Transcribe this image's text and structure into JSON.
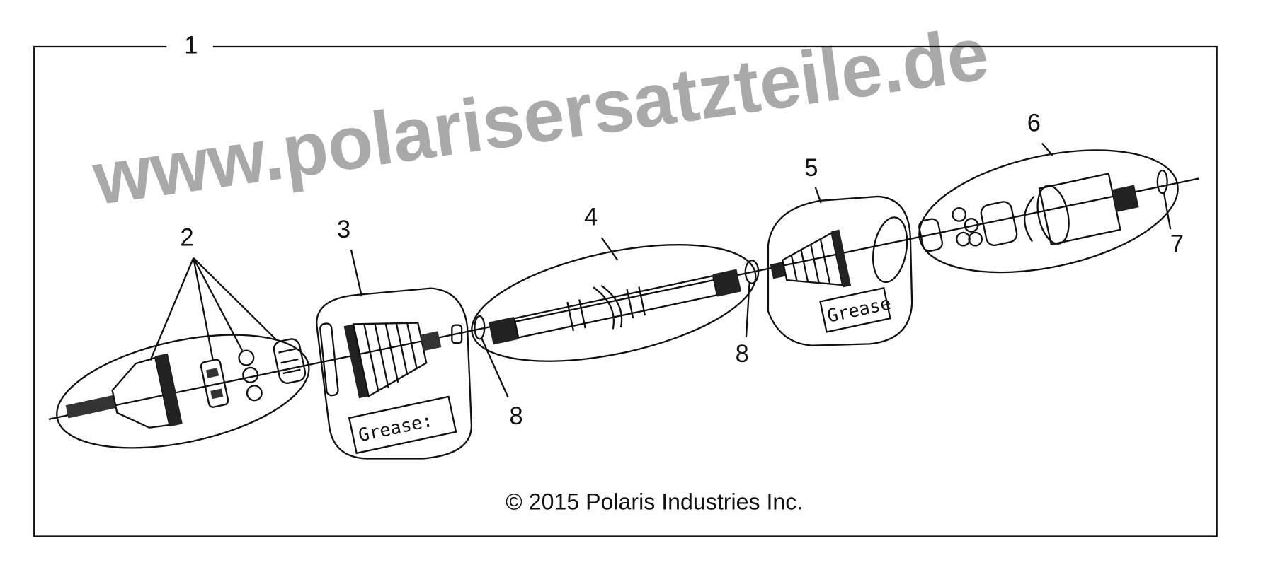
{
  "diagram": {
    "callouts": [
      "1",
      "2",
      "3",
      "4",
      "5",
      "6",
      "7",
      "8",
      "8"
    ],
    "grease_labels": [
      "Grease:",
      "Grease"
    ],
    "copyright": "© 2015 Polaris Industries Inc.",
    "watermark": "www.polarisersatzteile.de",
    "colors": {
      "line": "#111111",
      "watermark": "#9a9a9a",
      "background": "#ffffff"
    }
  }
}
